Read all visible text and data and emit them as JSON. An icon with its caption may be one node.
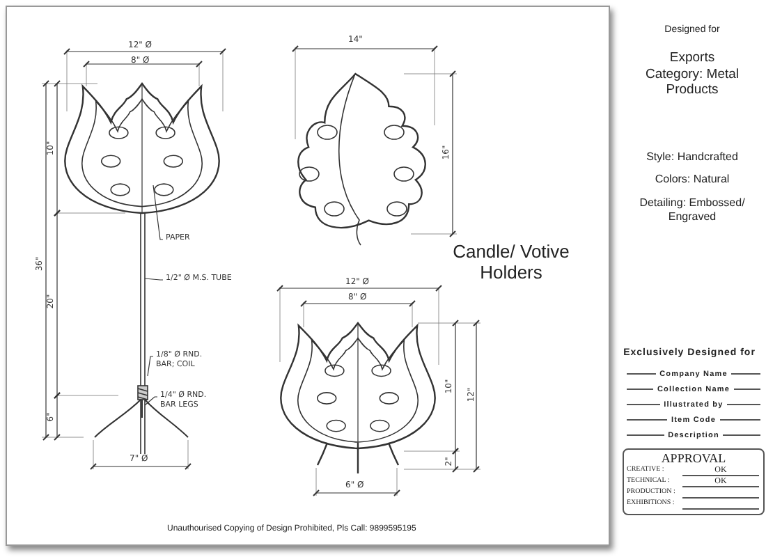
{
  "diagram": {
    "title": "Candle/ Votive Holders",
    "caption": "Unauthourised Copying of Design Prohibited, Pls Call: 9899595195",
    "nodes": [
      {
        "text": [
          "PAPER"
        ]
      },
      {
        "text": [],
        "shape": "picture"
      },
      {
        "text": [
          "1/2\" Ø M.S. TUBE"
        ]
      },
      {
        "text": [],
        "shape": "picture"
      },
      {
        "text": [
          "1/8\" Ø RND. BAR; COIL"
        ]
      },
      {
        "text": [],
        "shape": "box"
      },
      {
        "text": [
          "1/4\" Ø RND. BAR LEGS"
        ]
      },
      {
        "text": [],
        "shape": "picture"
      },
      {
        "text": [
          "APPROVAL",
          "CREATIVE :",
          "OK",
          "TECHNICAL :",
          "OK",
          "PRODUCTION :",
          "EXHIBITIONS :"
        ]
      }
    ],
    "edges": [
      {
        "from": 0,
        "to": 1,
        "arrow": "none"
      },
      {
        "from": 2,
        "to": 3,
        "arrow": "none"
      },
      {
        "from": 4,
        "to": 5,
        "arrow": "none"
      },
      {
        "from": 6,
        "to": 7,
        "arrow": "none"
      }
    ],
    "labels": [
      "12\" Ø",
      "8\" Ø",
      "14\"",
      "10\"",
      "16\"",
      "36\"",
      "20\"",
      "6\"",
      "7\" Ø",
      "12\" Ø",
      "8\" Ø",
      "10\"",
      "12\"",
      "2\"",
      "6\" Ø",
      "Designed for",
      "Exports",
      "Category: Metal Products",
      "Style: Handcrafted",
      "Colors: Natural",
      "Detailing: Embossed/ Engraved",
      "Exclusively Designed for",
      "Company Name",
      "Collection Name",
      "Illustrated by",
      "Item Code",
      "Description"
    ]
  }
}
